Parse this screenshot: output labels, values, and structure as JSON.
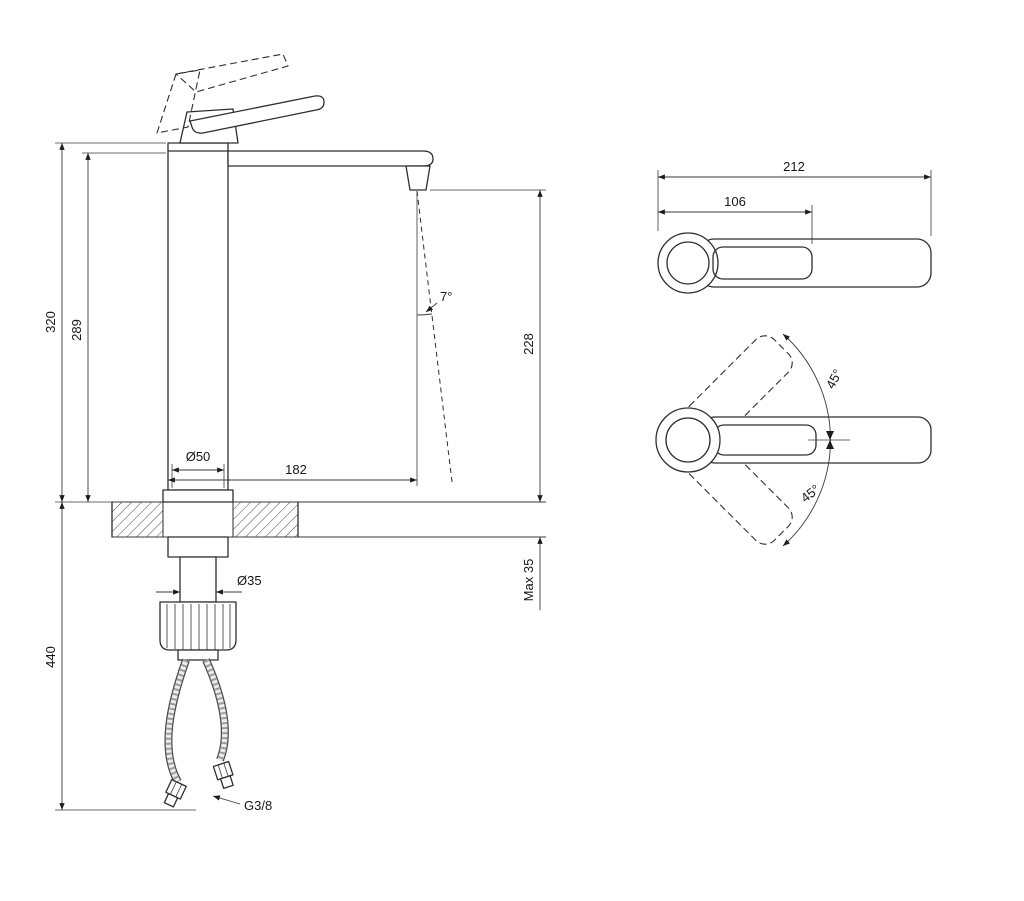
{
  "labels": {
    "total_height": "320",
    "body_height": "289",
    "under_height": "440",
    "spout_height": "228",
    "stream_angle": "7°",
    "base_diameter": "Ø50",
    "spout_reach": "182",
    "shank_diameter": "Ø35",
    "deck_max": "Max 35",
    "hose_thread": "G3/8",
    "handle_length": "212",
    "handle_inner": "106",
    "swivel_upper": "45°",
    "swivel_lower": "45°"
  }
}
